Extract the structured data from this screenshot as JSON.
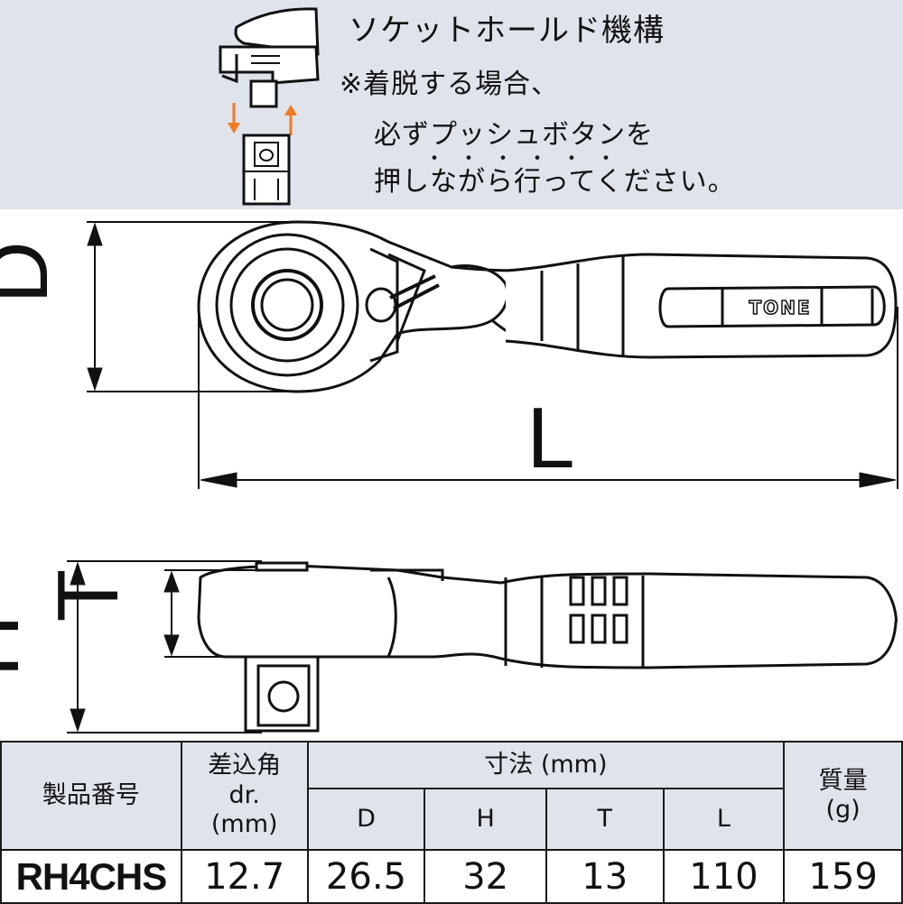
{
  "note": {
    "title": "ソケットホールド機構",
    "line1": "※着脱する場合、",
    "line2": "必ずプッシュボタンを",
    "line3": "押しながら行ってください。",
    "emphasis_marks": "・・・・・・"
  },
  "drawing": {
    "brand": "TONE",
    "dim_D": "D",
    "dim_L": "L",
    "dim_H": "H",
    "dim_T": "T",
    "arrow_color": "#f07a20",
    "panel_color": "#dfe4ec"
  },
  "table": {
    "headers": {
      "model": "製品番号",
      "drive": "差込角",
      "drive_sub1": "dr.",
      "drive_sub2": "(mm)",
      "dims": "寸法 (mm)",
      "D": "D",
      "H": "H",
      "T": "T",
      "L": "L",
      "weight": "質量",
      "weight_unit": "(g)"
    },
    "row": {
      "model": "RH4CHS",
      "drive": "12.7",
      "D": "26.5",
      "H": "32",
      "T": "13",
      "L": "110",
      "weight": "159"
    }
  }
}
